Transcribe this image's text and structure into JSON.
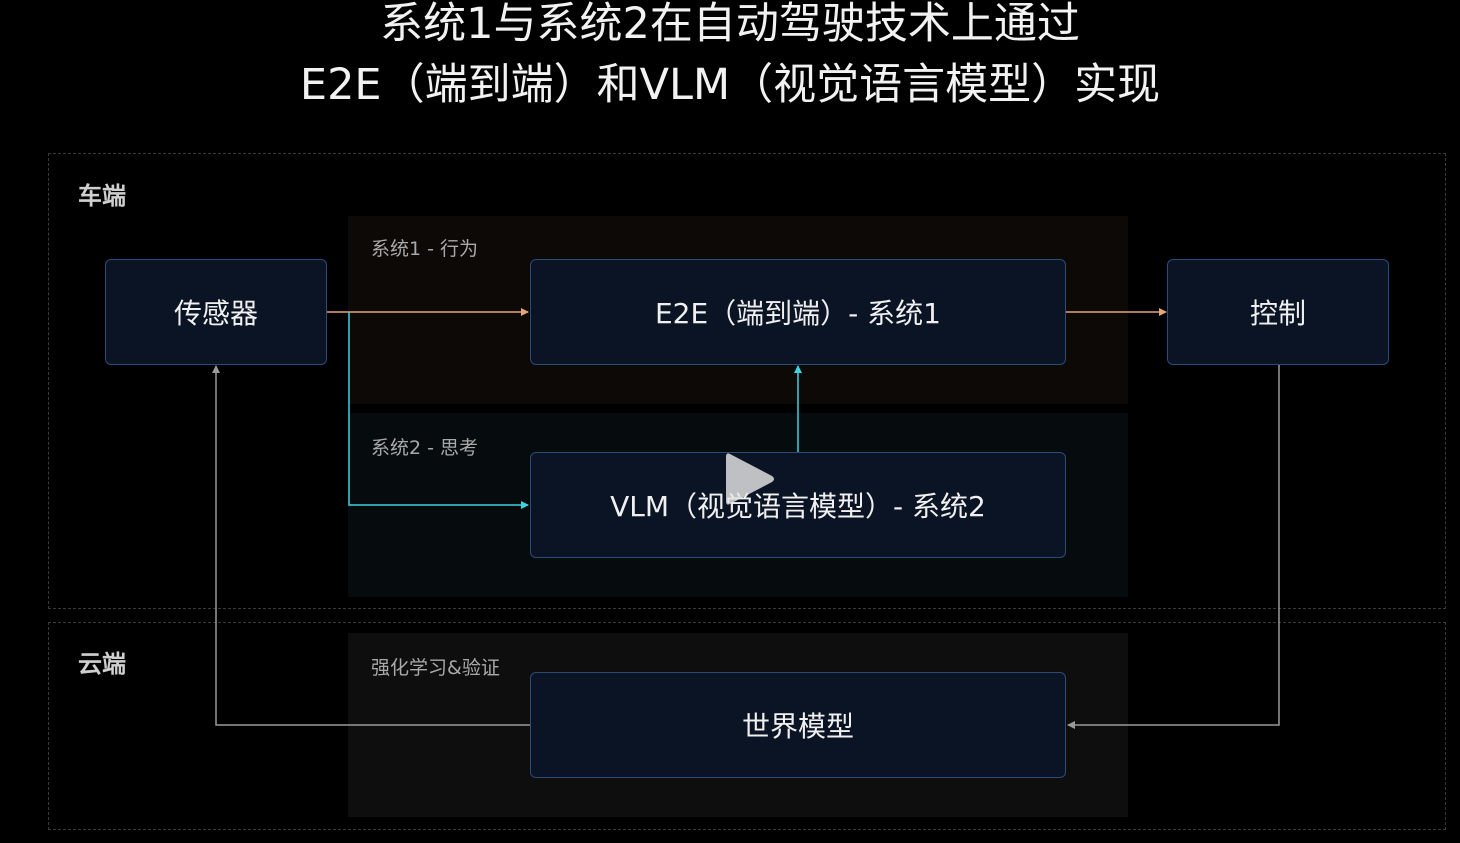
{
  "title": {
    "line1": "系统1与系统2在自动驾驶技术上通过",
    "line2": "E2E（端到端）和VLM（视觉语言模型）实现"
  },
  "zones": {
    "vehicle": "车端",
    "cloud": "云端"
  },
  "panels": {
    "system1": "系统1 - 行为",
    "system2": "系统2 - 思考",
    "cloud": "强化学习&验证"
  },
  "nodes": {
    "sensor": "传感器",
    "e2e": "E2E（端到端）- 系统1",
    "vlm": "VLM（视觉语言模型）- 系统2",
    "control": "控制",
    "world_model": "世界模型"
  },
  "colors": {
    "background": "#000000",
    "node_fill": "#0b1424",
    "node_border": "#2d4a78",
    "system1_arrow": "#e6a57a",
    "system2_arrow": "#3fd3e0",
    "feedback_arrow": "#9a9a9a"
  },
  "overlay": {
    "icon": "play-icon"
  }
}
